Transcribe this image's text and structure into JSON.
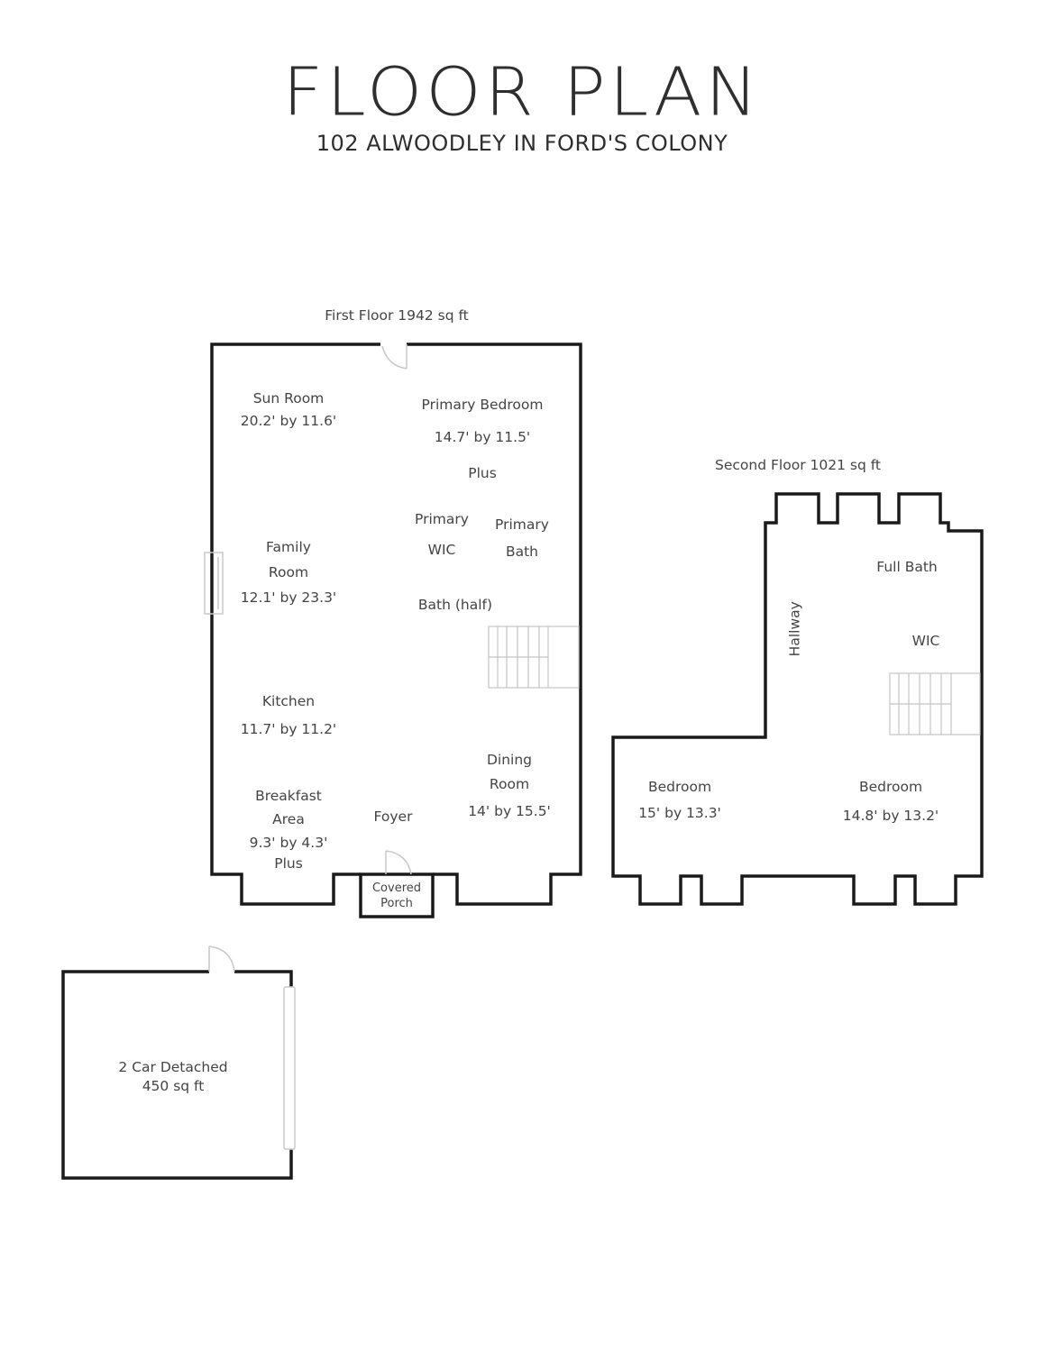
{
  "header": {
    "title": "FLOOR PLAN",
    "subtitle": "102 ALWOODLEY IN FORD'S COLONY"
  },
  "first_floor": {
    "label": "First Floor 1942 sq ft",
    "rooms": {
      "sun_room": {
        "name": "Sun Room",
        "dims": "20.2' by 11.6'"
      },
      "primary_bedroom": {
        "name": "Primary Bedroom",
        "dims": "14.7' by 11.5'",
        "note": "Plus"
      },
      "primary_wic": {
        "line1": "Primary",
        "line2": "WIC"
      },
      "primary_bath": {
        "line1": "Primary",
        "line2": "Bath"
      },
      "family_room": {
        "line1": "Family",
        "line2": "Room",
        "dims": "12.1' by 23.3'"
      },
      "half_bath": {
        "name": "Bath (half)"
      },
      "kitchen": {
        "name": "Kitchen",
        "dims": "11.7' by 11.2'"
      },
      "dining_room": {
        "line1": "Dining",
        "line2": "Room",
        "dims": "14' by 15.5'"
      },
      "breakfast_area": {
        "line1": "Breakfast",
        "line2": "Area",
        "dims": "9.3' by 4.3'",
        "note": "Plus"
      },
      "foyer": {
        "name": "Foyer"
      },
      "covered_porch": {
        "line1": "Covered",
        "line2": "Porch"
      }
    }
  },
  "second_floor": {
    "label": "Second Floor 1021 sq ft",
    "rooms": {
      "full_bath": {
        "name": "Full Bath"
      },
      "hallway": {
        "name": "Hallway"
      },
      "wic": {
        "name": "WIC"
      },
      "bedroom_left": {
        "name": "Bedroom",
        "dims": "15' by 13.3'"
      },
      "bedroom_right": {
        "name": "Bedroom",
        "dims": "14.8' by 13.2'"
      }
    }
  },
  "garage": {
    "line1": "2 Car Detached",
    "line2": "450 sq ft"
  },
  "colors": {
    "wall": "#1a1a1a",
    "fixture": "#bdbdbd",
    "text": "#444444"
  }
}
